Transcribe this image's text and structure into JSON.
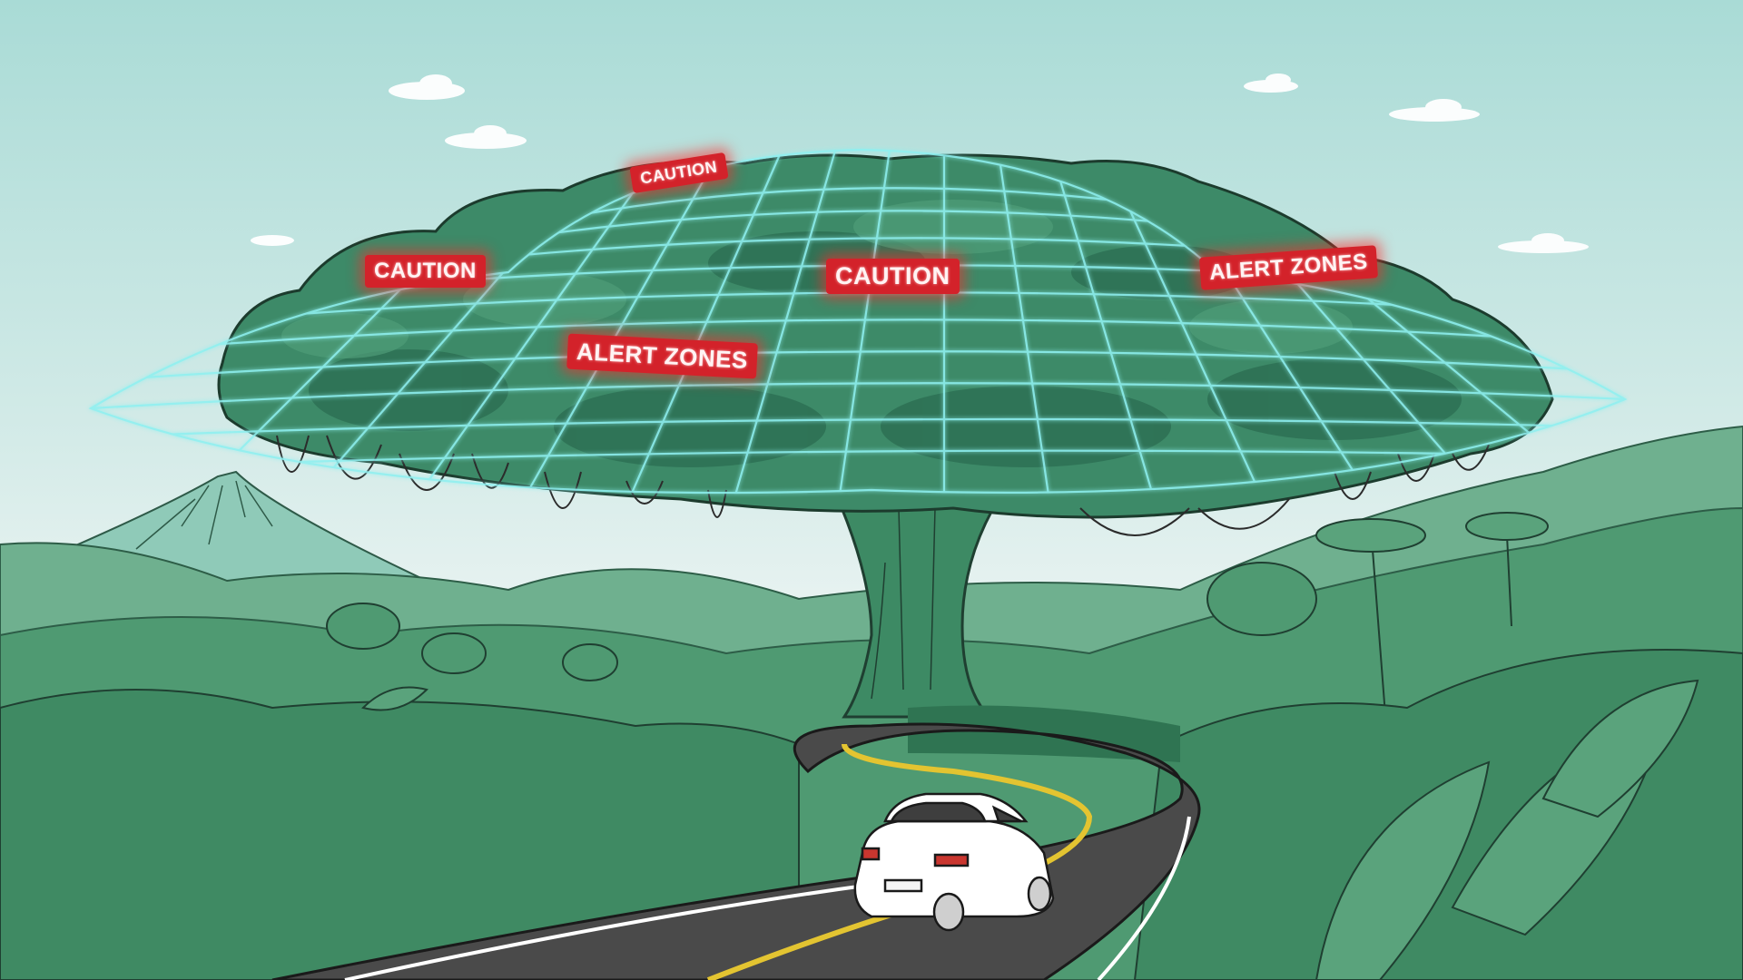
{
  "scene": {
    "description": "Illustration of a giant rainforest tree with a glowing cyan grid canopy overlay marked with red warning labels, a white hatchback driving on a winding road through the jungle",
    "colors": {
      "sky_top": "#a9dbd6",
      "sky_bottom": "#f1f6f5",
      "canopy": "#3d8a68",
      "canopy_dark": "#2c6e52",
      "grid": "#8ff0f0",
      "label_bg": "#d3222a",
      "label_text": "#fff3f3",
      "mountain": "#8fcab8",
      "forest_far": "#6fb08f",
      "forest_near": "#3f8a63",
      "road": "#4a4a4a",
      "road_center": "#e3c431",
      "road_edge": "#ffffff",
      "car": "#ffffff"
    }
  },
  "labels": [
    {
      "id": "caution-top",
      "text": "CAUTION"
    },
    {
      "id": "caution-left",
      "text": "CAUTION"
    },
    {
      "id": "caution-center",
      "text": "CAUTION"
    },
    {
      "id": "alert-zones-right",
      "text": "ALERT ZONES"
    },
    {
      "id": "alert-zones-left",
      "text": "ALERT ZONES"
    }
  ]
}
